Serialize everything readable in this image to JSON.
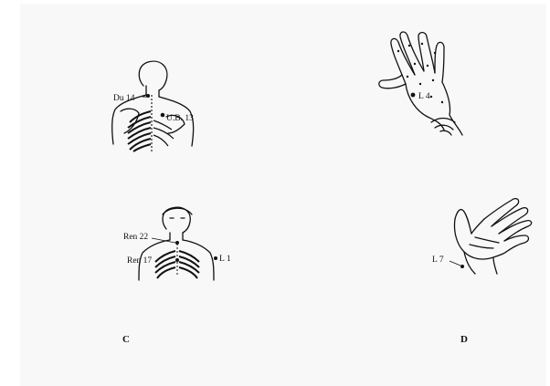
{
  "figures": {
    "back": {
      "labels": {
        "du14": "Du 14",
        "ub13": "U.B. 13"
      }
    },
    "hand_dorsal": {
      "labels": {
        "l4": "L 4"
      }
    },
    "chest": {
      "labels": {
        "ren22": "Ren 22",
        "ren17": "Ren 17",
        "l1": "L 1"
      }
    },
    "hand_palm": {
      "labels": {
        "l7": "L 7"
      }
    }
  },
  "panel_labels": {
    "c": "C",
    "d": "D"
  }
}
